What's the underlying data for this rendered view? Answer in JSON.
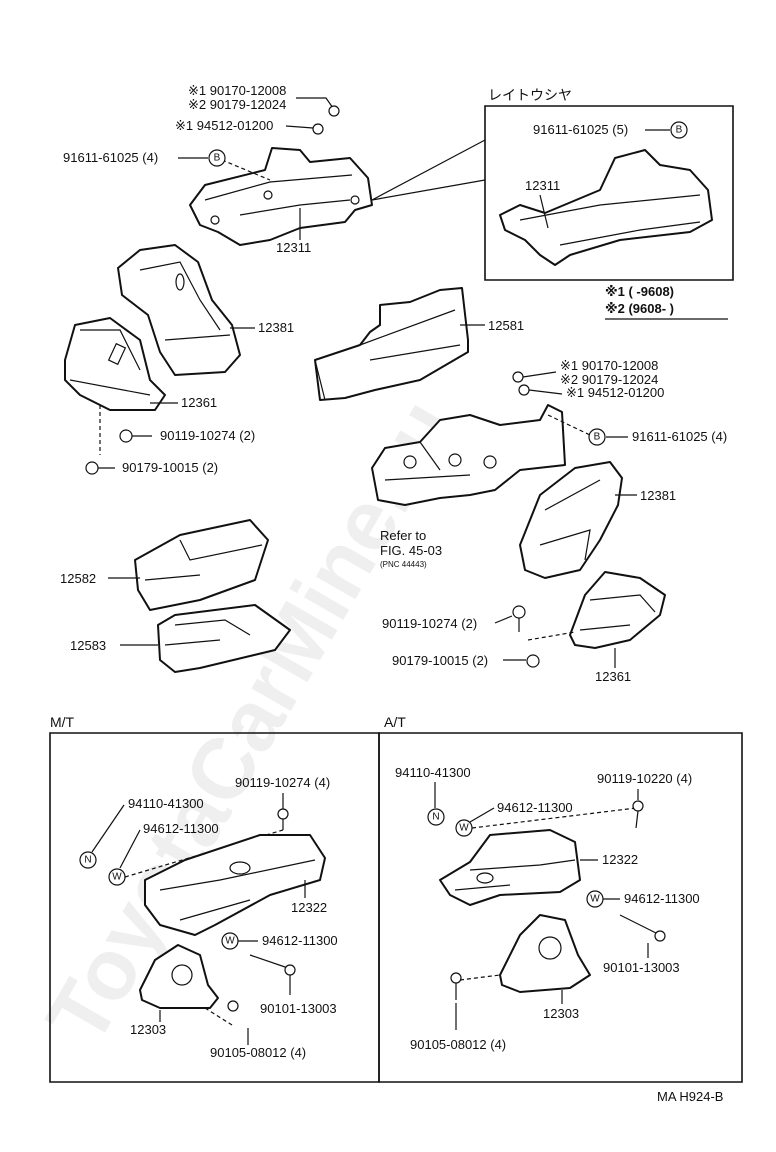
{
  "watermark": "ToyotaCarMine.ru",
  "top": {
    "notes_a": [
      "※1 90170-12008",
      "※2 90179-12024",
      "※1 94512-01200"
    ],
    "bolt_b_left": "91611-61025 (4)",
    "crossmember": "12311",
    "insulator_upper": "12381",
    "insulator_lower": "12361",
    "bolt_left_1": "90119-10274 (2)",
    "nut_left_1": "90179-10015 (2)",
    "inset": {
      "title": "レイトウシヤ",
      "bolt_b": "91611-61025 (5)",
      "part": "12311",
      "legend_1": "※1 (        -9608)",
      "legend_2": "※2 (9608-        )"
    },
    "bracket_12581": "12581",
    "notes_b": [
      "※1 90170-12008",
      "※2 90179-12024",
      "※1 94512-01200"
    ],
    "bolt_b_right": "91611-61025 (4)",
    "insulator_upper_r": "12381",
    "refer_1": "Refer to",
    "refer_2": "FIG. 45-03",
    "refer_3": "(PNC 44443)",
    "bracket_12582": "12582",
    "bracket_12583": "12583",
    "bolt_right_1": "90119-10274 (2)",
    "nut_right_1": "90179-10015 (2)",
    "insulator_lower_r": "12361"
  },
  "mt": {
    "title": "M/T",
    "nut_n": "94110-41300",
    "washer_w": "94612-11300",
    "bolt_top": "90119-10274 (4)",
    "crossmember": "12322",
    "washer_w2": "94612-11300",
    "insulator": "12303",
    "bolt_long": "90101-13003",
    "bolt_bottom": "90105-08012 (4)"
  },
  "at": {
    "title": "A/T",
    "nut_n": "94110-41300",
    "washer_w": "94612-11300",
    "bolt_top": "90119-10220 (4)",
    "crossmember": "12322",
    "washer_w2": "94612-11300",
    "bolt_long": "90101-13003",
    "insulator": "12303",
    "bolt_bottom": "90105-08012 (4)"
  },
  "footer": "MA  H924-B",
  "marks": {
    "b": "B",
    "n": "N",
    "w": "W"
  }
}
